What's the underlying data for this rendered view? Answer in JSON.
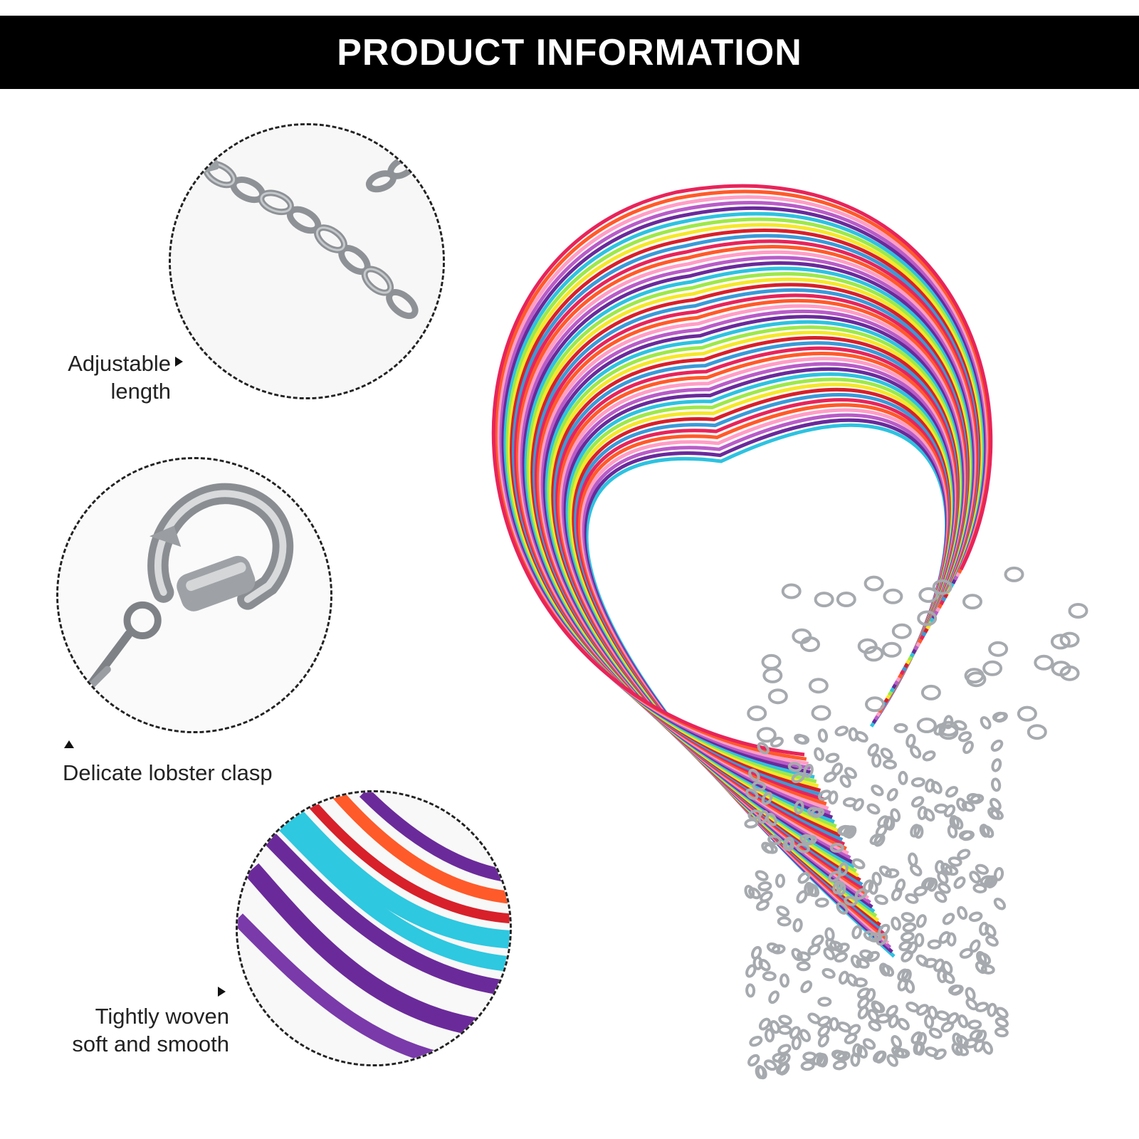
{
  "banner": {
    "title": "PRODUCT INFORMATION"
  },
  "features": [
    {
      "label_line1": "Adjustable",
      "label_line2": "length",
      "icon": "extender-chain-icon"
    },
    {
      "label_line1": "Delicate lobster clasp",
      "icon": "lobster-clasp-icon"
    },
    {
      "label_line1": "Tightly woven",
      "label_line2": "soft and smooth",
      "icon": "woven-cord-icon"
    }
  ],
  "product": {
    "icon": "colorful-necklace-cords-image"
  },
  "colors": {
    "banner_bg": "#000000",
    "banner_text": "#ffffff",
    "cords": [
      "#e8245a",
      "#ff5a2a",
      "#ff9ec7",
      "#b85cc8",
      "#6a2a9a",
      "#2ec2e0",
      "#9ee84a",
      "#f5e82a",
      "#d8202a",
      "#3a9ad8"
    ]
  }
}
